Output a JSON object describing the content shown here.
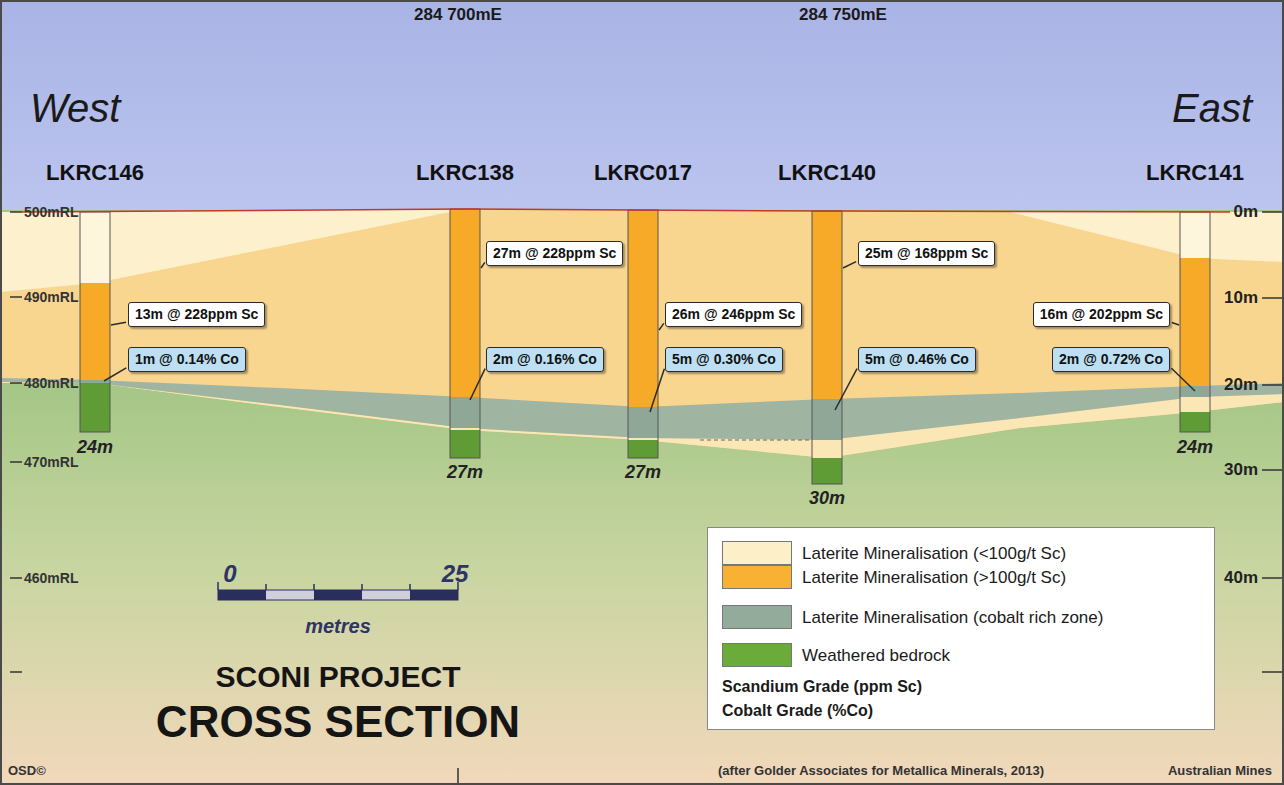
{
  "diagram": {
    "title": "SCONI PROJECT",
    "caption": "(after Golder Associates for Metallica Minerals, 2013)",
    "nodes": [
      {
        "text": [
          "27m @ 228ppm Sc"
        ]
      },
      {
        "text": [
          "25m @ 168ppm Sc"
        ]
      },
      {
        "text": [
          "13m @ 228ppm Sc"
        ]
      },
      {
        "text": [
          "26m @ 246ppm Sc"
        ]
      },
      {
        "text": [
          "16m @ 202ppm Sc"
        ]
      },
      {
        "text": [
          "1m @ 0.14% Co"
        ]
      },
      {
        "text": [
          "2m @ 0.16% Co"
        ]
      },
      {
        "text": [
          "5m @ 0.30% Co"
        ]
      },
      {
        "text": [
          "5m @ 0.46% Co"
        ]
      },
      {
        "text": [
          "2m @ 0.72% Co"
        ]
      }
    ],
    "labels": [
      "284 700mE",
      "284 750mE",
      "West",
      "East",
      "LKRC146",
      "LKRC138",
      "LKRC017",
      "LKRC140",
      "LKRC141",
      "500mRL",
      "490mRL",
      "480mRL",
      "470mRL",
      "460mRL",
      "0m",
      "10m",
      "20m",
      "30m",
      "40m",
      "24m",
      "27m",
      "27m",
      "30m",
      "24m",
      "0",
      "25",
      "metres",
      "CROSS SECTION",
      "OSD©",
      "Australian Mines"
    ],
    "legend": [
      {
        "text": "Laterite Mineralisation (<100g/t Sc)",
        "color": "#fdf0c8"
      },
      {
        "text": "Laterite Mineralisation (>100g/t Sc)",
        "color": "#f8b133"
      },
      {
        "text": "Laterite Mineralisation (cobalt rich zone)",
        "color": "#93ab9a"
      },
      {
        "text": "Weathered bedrock",
        "color": "#6aab3a"
      },
      {
        "text": "Scandium Grade (ppm Sc)"
      },
      {
        "text": "Cobalt Grade (%Co)"
      }
    ]
  }
}
